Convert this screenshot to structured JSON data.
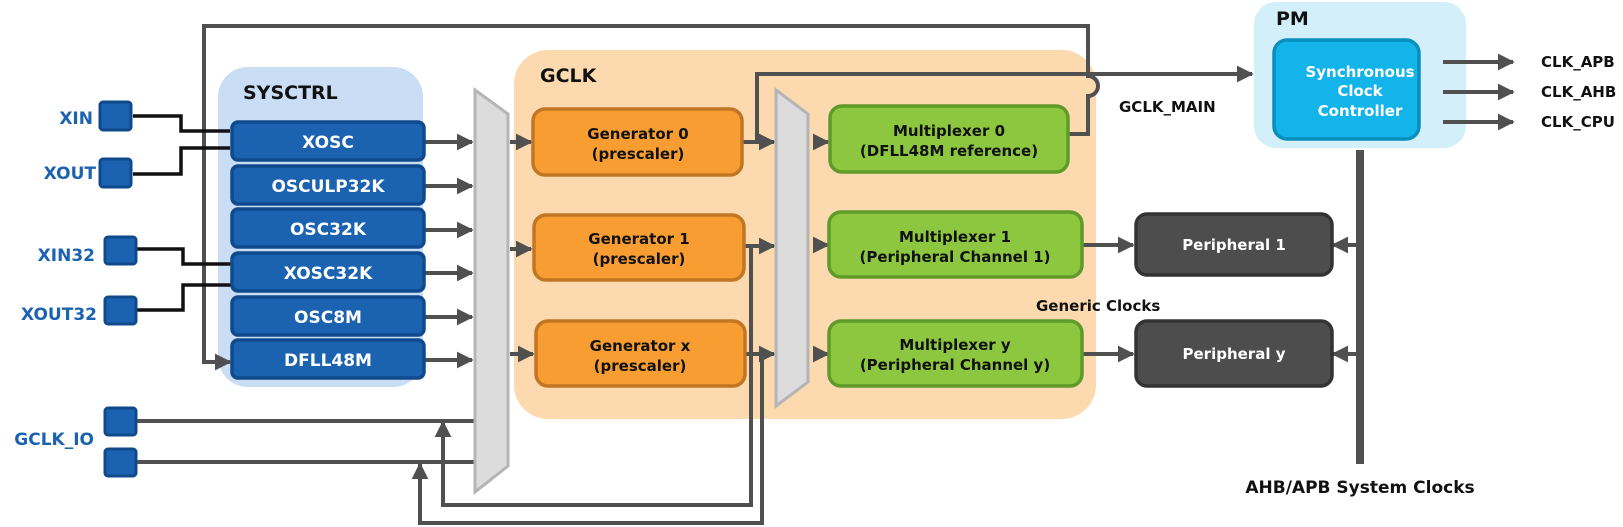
{
  "colors": {
    "sysctrl_bg": "#c9ddf5",
    "osc_fill": "#1b62b1",
    "osc_stroke": "#0f4a8c",
    "pin_label": "#1b62b1",
    "gclk_bg": "#fcd9ae",
    "gen_fill": "#f79d32",
    "gen_stroke": "#c27624",
    "mux_fill": "#8dc63f",
    "mux_stroke": "#5e9b2a",
    "pm_bg": "#d2effa",
    "scc_fill": "#13b4e9",
    "scc_stroke": "#0a8fbd",
    "periph_fill": "#4d4d4d",
    "periph_stroke": "#333333",
    "wire": "#505050",
    "selector_fill": "#dcdcdc",
    "selector_stroke": "#b5b5b5"
  },
  "pins": {
    "xin": "XIN",
    "xout": "XOUT",
    "xin32": "XIN32",
    "xout32": "XOUT32",
    "gclk_io": "GCLK_IO"
  },
  "sysctrl": {
    "title": "SYSCTRL",
    "oscillators": [
      "XOSC",
      "OSCULP32K",
      "OSC32K",
      "XOSC32K",
      "OSC8M",
      "DFLL48M"
    ]
  },
  "gclk": {
    "title": "GCLK",
    "generators": [
      {
        "line1": "Generator 0",
        "line2": "(prescaler)"
      },
      {
        "line1": "Generator 1",
        "line2": "(prescaler)"
      },
      {
        "line1": "Generator x",
        "line2": "(prescaler)"
      }
    ],
    "multiplexers": [
      {
        "line1": "Multiplexer 0",
        "line2": "(DFLL48M reference)"
      },
      {
        "line1": "Multiplexer 1",
        "line2": "(Peripheral Channel 1)"
      },
      {
        "line1": "Multiplexer y",
        "line2": "(Peripheral Channel y)"
      }
    ],
    "generic_clocks_label": "Generic Clocks",
    "gclk_main_label": "GCLK_MAIN"
  },
  "pm": {
    "title": "PM",
    "controller_lines": [
      "Synchronous",
      "Clock",
      "Controller"
    ],
    "outputs": [
      "CLK_APB",
      "CLK_AHB",
      "CLK_CPU"
    ]
  },
  "peripherals": [
    "Peripheral 1",
    "Peripheral y"
  ],
  "system_clocks_label": "AHB/APB System Clocks"
}
